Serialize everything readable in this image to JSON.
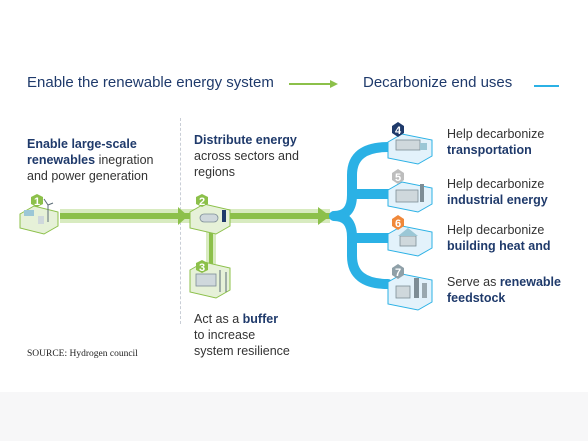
{
  "header": {
    "left": "Enable the renewable energy system",
    "right": "Decarbonize end uses"
  },
  "steps": {
    "s1": {
      "number": "1",
      "bold_line1": "Enable large-scale",
      "bold_line2": "renewables",
      "rest_line2": " inegration",
      "line3": "and power generation"
    },
    "s2": {
      "number": "2",
      "bold_line1": "Distribute energy",
      "line2": "across sectors and",
      "line3": "regions"
    },
    "s3": {
      "number": "3",
      "line1_prefix": "Act as a ",
      "line1_bold": "buffer",
      "line2": "to increase",
      "line3": "system resilience"
    },
    "s4": {
      "number": "4",
      "line1": "Help decarbonize",
      "bold": "transportation"
    },
    "s5": {
      "number": "5",
      "line1": "Help decarbonize",
      "bold": "industrial energy"
    },
    "s6": {
      "number": "6",
      "line1": "Help decarbonize",
      "bold": "building heat and"
    },
    "s7": {
      "number": "7",
      "line1_prefix": "Serve as ",
      "line1_bold": "renewable",
      "bold2": "feedstock"
    }
  },
  "source": "SOURCE: Hydrogen council",
  "colors": {
    "green": "#8cc04a",
    "light_green": "#b8d98a",
    "blue": "#2bb1e5",
    "navy": "#1f3a6b",
    "num4": "#1f3a6b",
    "num5": "#bdbdbd",
    "num6": "#f0883a",
    "num7": "#8fa0a8"
  },
  "icons": [
    "wind-solar-icon",
    "hydrogen-tank-icon",
    "storage-tank-icon",
    "truck-icon",
    "factory-icon",
    "house-icon",
    "refinery-icon"
  ]
}
